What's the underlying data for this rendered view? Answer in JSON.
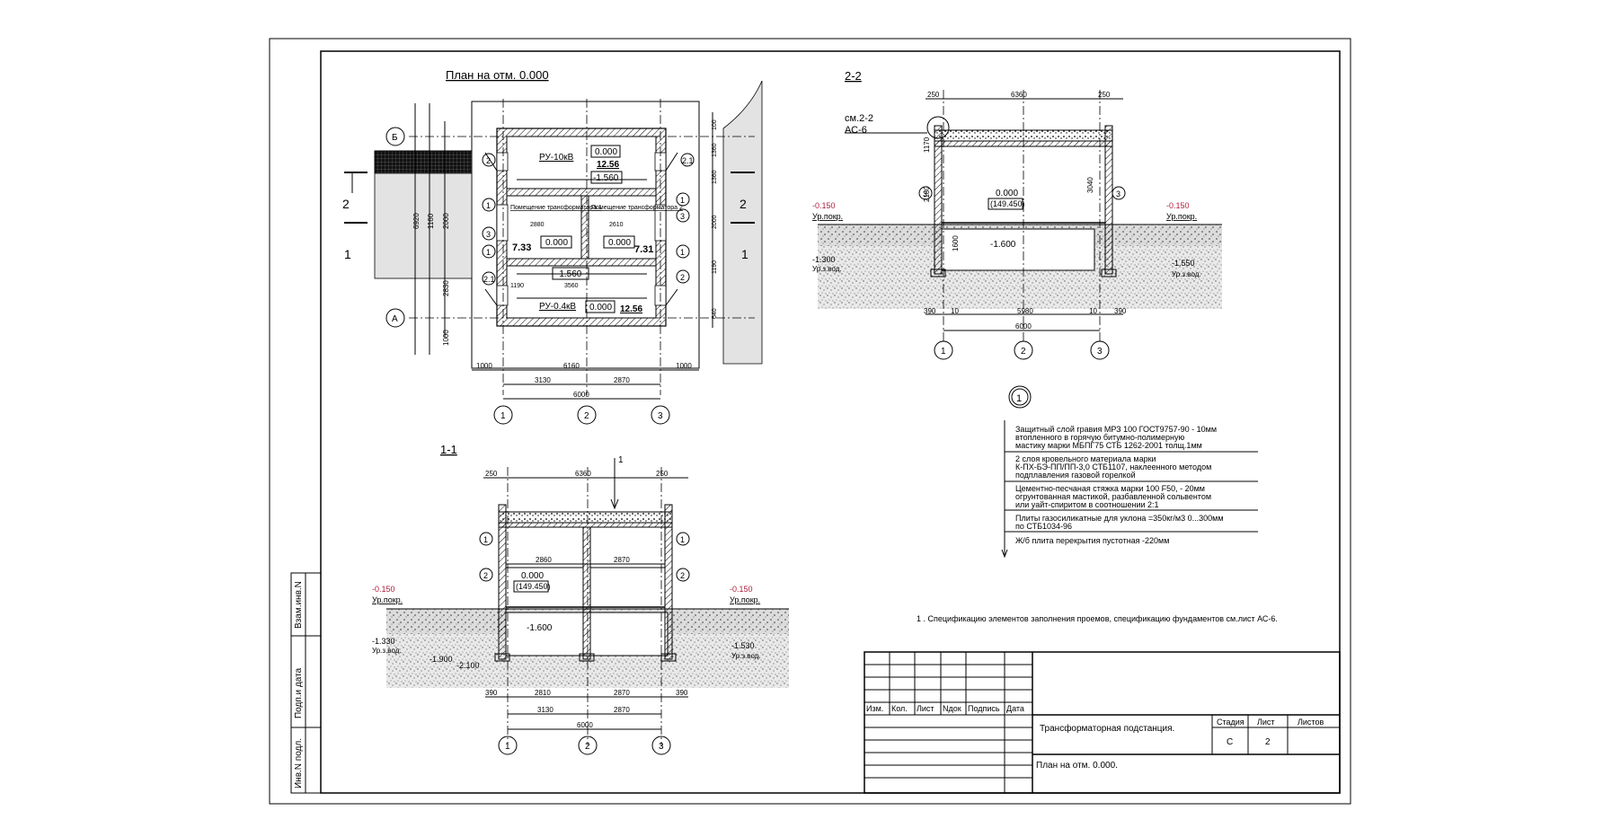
{
  "plan": {
    "title": "План на отм. 0.000",
    "room_ru10": "РУ-10кВ",
    "room_ru04": "РУ-0.4кВ",
    "room_tr1": "Помещение трансформатора 1",
    "room_tr2": "Помещение трансформатора 2",
    "mark_000a": "0.000",
    "mark_000b": "0.000",
    "mark_000c": "0.000",
    "mark_000d": "0.000",
    "mark_m1560a": "-1.560",
    "mark_m1560b": "-1.560",
    "area_1256a": "12.56",
    "area_1256b": "12.56",
    "area_733": "7.33",
    "area_731": "7.31",
    "axis_A": "А",
    "axis_B": "Б",
    "axis_1": "1",
    "axis_2": "2",
    "axis_3": "3",
    "cut_2": "2",
    "cut_1": "1",
    "dim_1000a": "1000",
    "dim_6160": "6160",
    "dim_1000b": "1000",
    "dim_3130": "3130",
    "dim_2870": "2870",
    "dim_6000": "6000",
    "dim_6920": "6920",
    "dim_1160": "1160",
    "dim_2000": "2000",
    "dim_2830": "2830",
    "dim_1000v": "1000",
    "dim_2880": "2880",
    "dim_2610": "2610",
    "dim_3560": "3560",
    "dim_1190": "1190"
  },
  "section22": {
    "title": "2-2",
    "ref": "см.2-2",
    "ref_sheet": "АС-6",
    "level_left": "-0.150",
    "level_right": "-0.150",
    "ground_label_l": "Ур.покр.",
    "ground_label_r": "Ур.покр.",
    "mark_000": "0.000",
    "mark_abs": "(149.450)",
    "mark_m1600": "-1.600",
    "mark_m1300": "-1.300",
    "mark_m1550": "-1.550",
    "gw_l": "Ур.з.вод.",
    "gw_r": "Ур.з.вод.",
    "dim_250a": "250",
    "dim_6360": "6360",
    "dim_250b": "250",
    "dim_390a": "390",
    "dim_10a": "10",
    "dim_5980": "5980",
    "dim_10b": "10",
    "dim_390b": "390",
    "dim_6000": "6000",
    "dim_1170": "1170",
    "dim_2180": "2180",
    "dim_3040": "3040",
    "dim_1600": "1600",
    "axis_1": "1",
    "axis_2": "2",
    "axis_3": "3"
  },
  "section11": {
    "title": "1-1",
    "level_left": "-0.150",
    "level_right": "-0.150",
    "ground_label_l": "Ур.покр.",
    "ground_label_r": "Ур.покр.",
    "mark_000": "0.000",
    "mark_abs": "(149.450)",
    "mark_m1600": "-1.600",
    "mark_m1330": "-1.330",
    "mark_m1900": "-1.900",
    "mark_m2100": "-2.100",
    "mark_m1530": "-1.530",
    "gw_l": "Ур.з.вод.",
    "gw_r": "Ур.з.вод.",
    "dim_250a": "250",
    "dim_6360": "6360",
    "dim_250b": "250",
    "dim_2860": "2860",
    "dim_2870": "2870",
    "dim_2810": "2810",
    "dim_2870b": "2870",
    "dim_3130": "3130",
    "dim_2870c": "2870",
    "dim_6000": "6000",
    "dim_390a": "390",
    "dim_390b": "390",
    "dim_cut": "1",
    "axis_1": "1",
    "axis_2": "2",
    "axis_3": "3"
  },
  "roof": {
    "node": "1",
    "layer1a": "Защитный слой гравия МРЗ 100 ГОСТ9757-90    - 10мм",
    "layer1b": "втопленного в горячую битумно-полимерную",
    "layer1c": "мастику марки МБПГ75 СТБ 1262-2001 толщ.1мм",
    "layer2a": "2 слоя кровельного материала марки",
    "layer2b": "К-ПХ-БЭ-ПП/ПП-3,0 СТБ1107, наклеенного методом",
    "layer2c": "подплавления газовой горелкой",
    "layer3a": "Цементно-песчаная стяжка марки 100 F50,        - 20мм",
    "layer3b": "огрунтованная мастикой, разбавленной сольвентом",
    "layer3c": "или уайт-спиритом в соотношении 2:1",
    "layer4a": "Плиты газосиликатные для уклона  =350кг/м3            0...300мм",
    "layer4b": "по СТБ1034-96",
    "layer5": "Ж/б плита перекрытия пустотная                          -220мм"
  },
  "note": "1 . Спецификацию элементов заполнения проемов, спецификацию фундаментов см.лист АС-6.",
  "stamp": {
    "h_izm": "Изм.",
    "h_kol": "Кол.",
    "h_list": "Лист",
    "h_ndok": "Nдок",
    "h_podp": "Подпись",
    "h_data": "Дата",
    "project": "Трансформаторная подстанция.",
    "sheet_title": "План на отм. 0.000.",
    "h_stage": "Стадия",
    "h_sheet": "Лист",
    "h_sheets": "Листов",
    "stage": "С",
    "sheet": "2"
  },
  "side": {
    "vzam": "Взам.инв.N",
    "podp": "Подп.и дата",
    "inv": "Инв.N подл."
  }
}
